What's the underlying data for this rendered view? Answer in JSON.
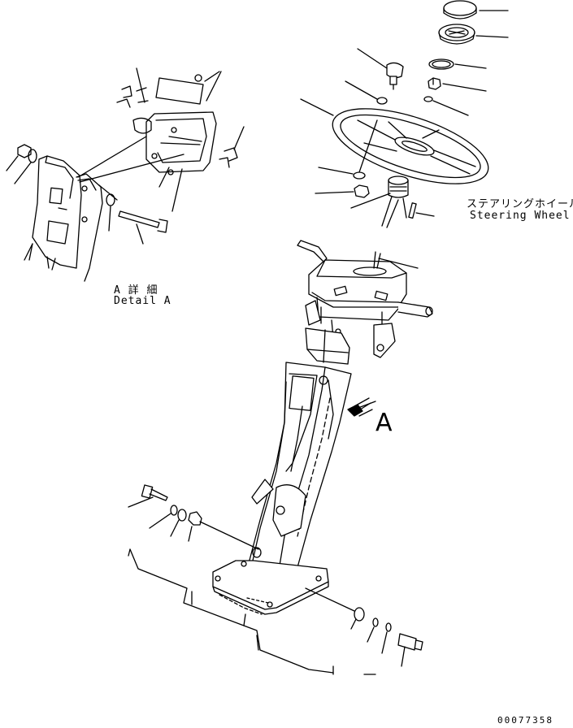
{
  "labels": {
    "steering_wheel_jp": "ステアリングホイール",
    "steering_wheel_en": "Steering Wheel",
    "detail_a_jp": "A 詳 細",
    "detail_a_en": "Detail A",
    "view_arrow_letter": "A",
    "drawing_number": "00077358"
  },
  "colors": {
    "line": "#000000",
    "background": "#ffffff"
  }
}
